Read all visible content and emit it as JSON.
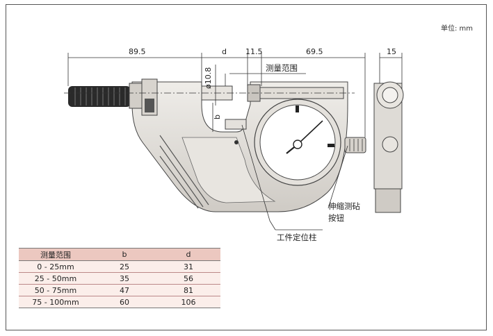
{
  "unit_label": "单位: mm",
  "dimensions": {
    "overall_left": "89.5",
    "gap_d": "d",
    "anvil_offset": "11.5",
    "body_right": "69.5",
    "thickness": "15",
    "spindle_dia": "ø10.8",
    "depth_b": "b"
  },
  "callouts": {
    "measuring_range": "测量范围",
    "retract_button_line1": "伸缩测砧",
    "retract_button_line2": "按钮",
    "workpiece_stop": "工件定位柱"
  },
  "table": {
    "headers": [
      "测量范围",
      "b",
      "d"
    ],
    "rows": [
      [
        "0 - 25mm",
        "25",
        "31"
      ],
      [
        "25 - 50mm",
        "35",
        "56"
      ],
      [
        "50 - 75mm",
        "47",
        "81"
      ],
      [
        "75 - 100mm",
        "60",
        "106"
      ]
    ]
  },
  "colors": {
    "body_fill": "#d9d6d1",
    "table_header": "#ecc8c0",
    "table_row": "#fbeeea"
  }
}
